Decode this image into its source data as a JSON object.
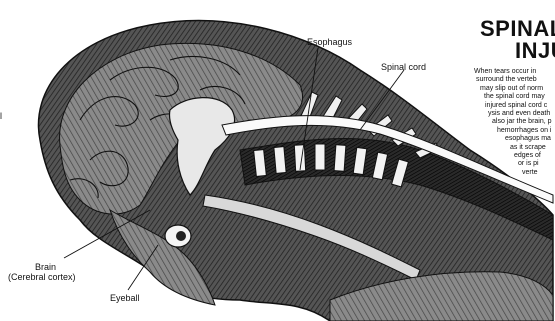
{
  "labels": {
    "esophagus": "Esophagus",
    "spinal_cord": "Spinal cord",
    "brain_line1": "Brain",
    "brain_line2": "(Cerebral cortex)",
    "eyeball": "Eyeball",
    "left_fragment": "l"
  },
  "title": {
    "line1": "SPINAL",
    "line2": "INJU"
  },
  "body_text": [
    "When tears occur in",
    "surround the verteb",
    "may slip out of norm",
    "the spinal cord may",
    "injured spinal cord c",
    "ysis and even death",
    "also jar the brain, p",
    "hemorrhages on i",
    "esophagus ma",
    "as it scrape",
    "edges of",
    "or is pi",
    "verte"
  ]
}
